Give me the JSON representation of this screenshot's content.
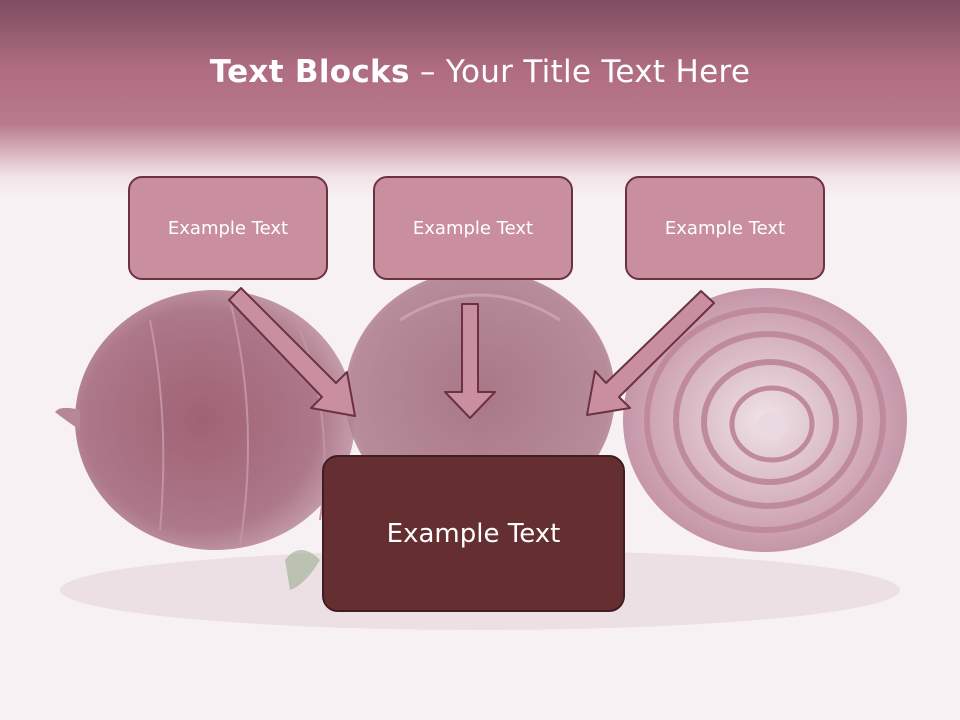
{
  "slide": {
    "title_bold": "Text Blocks",
    "title_rest": " – Your Title Text Here",
    "top_boxes": [
      "Example Text",
      "Example Text",
      "Example Text"
    ],
    "main_box": "Example Text"
  },
  "colors": {
    "title_band": "#b06d81",
    "box_fill": "#c98f9f",
    "box_border": "#6b3243",
    "main_box_fill": "#652f31",
    "arrow_fill": "#c98f9f",
    "background": "#f8f1f4"
  },
  "icons": [
    "onion-whole-left-image",
    "onion-whole-center-image",
    "onion-half-right-image",
    "arrow-down-icon"
  ]
}
